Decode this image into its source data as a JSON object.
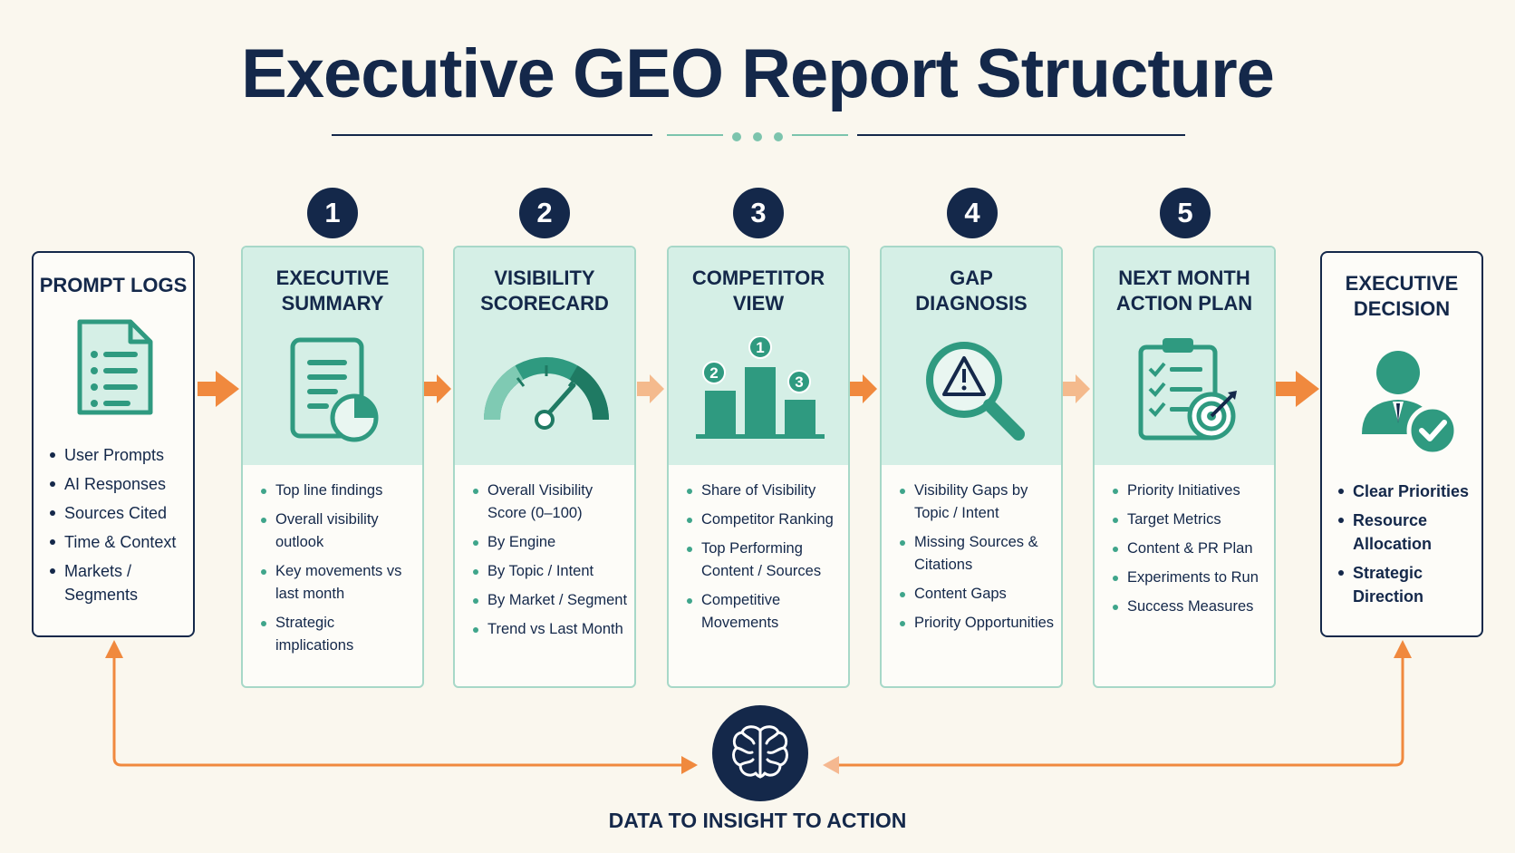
{
  "title": "Executive GEO Report Structure",
  "colors": {
    "navy": "#14284a",
    "teal": "#3fa58b",
    "mint": "#d5efe6",
    "orange": "#f0893e",
    "background": "#faf7ee"
  },
  "input": {
    "title": "PROMPT LOGS",
    "icon": "document-list-icon",
    "items": [
      "User Prompts",
      "AI Responses",
      "Sources Cited",
      "Time & Context",
      "Markets / Segments"
    ]
  },
  "steps": [
    {
      "number": "1",
      "title_line1": "EXECUTIVE",
      "title_line2": "SUMMARY",
      "icon": "report-pie-icon",
      "items": [
        "Top line findings",
        "Overall visibility outlook",
        "Key movements vs last month",
        "Strategic implications"
      ]
    },
    {
      "number": "2",
      "title_line1": "VISIBILITY",
      "title_line2": "SCORECARD",
      "icon": "gauge-icon",
      "items": [
        "Overall Visibility Score (0–100)",
        "By Engine",
        "By Topic / Intent",
        "By Market / Segment",
        "Trend vs Last Month"
      ]
    },
    {
      "number": "3",
      "title_line1": "COMPETITOR",
      "title_line2": "VIEW",
      "icon": "podium-ranking-icon",
      "podium_labels": [
        "2",
        "1",
        "3"
      ],
      "items": [
        "Share of Visibility",
        "Competitor Ranking",
        "Top Performing Content / Sources",
        "Competitive Movements"
      ]
    },
    {
      "number": "4",
      "title_line1": "GAP",
      "title_line2": "DIAGNOSIS",
      "icon": "magnifier-warning-icon",
      "items": [
        "Visibility Gaps by Topic / Intent",
        "Missing Sources & Citations",
        "Content Gaps",
        "Priority Opportunities"
      ]
    },
    {
      "number": "5",
      "title_line1": "NEXT MONTH",
      "title_line2": "ACTION PLAN",
      "icon": "checklist-target-icon",
      "items": [
        "Priority Initiatives",
        "Target Metrics",
        "Content & PR Plan",
        "Experiments to Run",
        "Success Measures"
      ]
    }
  ],
  "output": {
    "title_line1": "EXECUTIVE",
    "title_line2": "DECISION",
    "icon": "executive-check-icon",
    "items": [
      "Clear Priorities",
      "Resource Allocation",
      "Strategic Direction"
    ]
  },
  "footer": {
    "icon": "brain-icon",
    "caption": "DATA TO INSIGHT TO ACTION"
  }
}
